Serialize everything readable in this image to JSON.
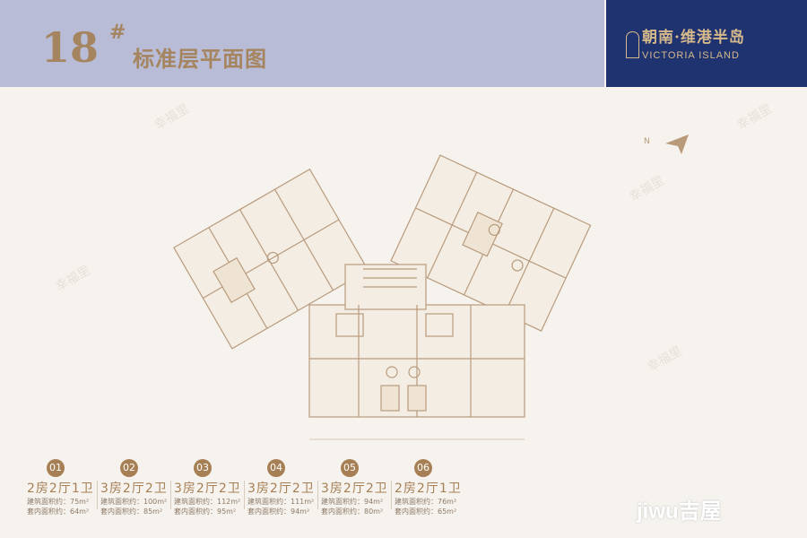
{
  "header": {
    "building_number": "18",
    "hash": "#",
    "title": "标准层平面图"
  },
  "logo": {
    "cn": "朝南·维港半岛",
    "en": "VICTORIA ISLAND"
  },
  "compass": {
    "label": "N"
  },
  "units": [
    {
      "no": "01",
      "type": "2房2厅1卫",
      "gross": "建筑面积约：75m²",
      "net": "套内面积约：64m²"
    },
    {
      "no": "02",
      "type": "3房2厅2卫",
      "gross": "建筑面积约：100m²",
      "net": "套内面积约：85m²"
    },
    {
      "no": "03",
      "type": "3房2厅2卫",
      "gross": "建筑面积约：112m²",
      "net": "套内面积约：95m²"
    },
    {
      "no": "04",
      "type": "3房2厅2卫",
      "gross": "建筑面积约：111m²",
      "net": "套内面积约：94m²"
    },
    {
      "no": "05",
      "type": "3房2厅2卫",
      "gross": "建筑面积约：94m²",
      "net": "套内面积约：80m²"
    },
    {
      "no": "06",
      "type": "2房2厅1卫",
      "gross": "建筑面积约：76m²",
      "net": "套内面积约：65m²"
    }
  ],
  "watermark": "幸福里",
  "source_logo": "jiwu吉屋",
  "colors": {
    "band": "#b8bcd6",
    "navy": "#1f3370",
    "gold": "#a5855f"
  }
}
